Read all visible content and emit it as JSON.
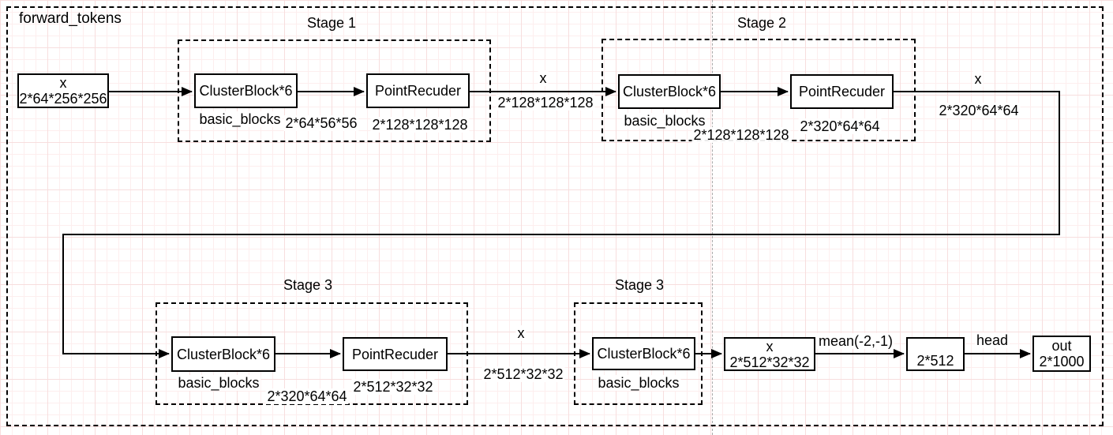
{
  "canvas": {
    "title": "forward_tokens"
  },
  "nodes": {
    "input": {
      "line1": "x",
      "line2": "2*64*256*256"
    },
    "s1_cluster": {
      "label": "ClusterBlock*6"
    },
    "s1_reducer": {
      "label": "PointRecuder"
    },
    "s2_cluster": {
      "label": "ClusterBlock*6"
    },
    "s2_reducer": {
      "label": "PointRecuder"
    },
    "s3a_cluster": {
      "label": "ClusterBlock*6"
    },
    "s3a_reducer": {
      "label": "PointRecuder"
    },
    "s3b_cluster": {
      "label": "ClusterBlock*6"
    },
    "xbox": {
      "line1": "x",
      "line2": "2*512*32*32"
    },
    "pool": {
      "label": "2*512"
    },
    "out": {
      "line1": "out",
      "line2": "2*1000"
    }
  },
  "stages": {
    "stage1": {
      "title": "Stage 1",
      "sub": "basic_blocks",
      "cluster_dim": "2*64*56*56",
      "reducer_dim": "2*128*128*128"
    },
    "stage2": {
      "title": "Stage 2",
      "sub": "basic_blocks",
      "cluster_dim": "2*128*128*128",
      "reducer_dim": "2*320*64*64"
    },
    "stage3a": {
      "title": "Stage 3",
      "sub": "basic_blocks",
      "cluster_dim": "2*320*64*64",
      "reducer_dim": "2*512*32*32"
    },
    "stage3b": {
      "title": "Stage 3",
      "sub": "basic_blocks"
    }
  },
  "edges": {
    "e1": {
      "label": "x",
      "dim": "2*128*128*128"
    },
    "e2": {
      "label": "x",
      "dim": "2*320*64*64"
    },
    "e3": {
      "label": "x",
      "dim": "2*512*32*32"
    },
    "mean": {
      "label": "mean(-2,-1)"
    },
    "head": {
      "label": "head"
    }
  },
  "colors": {
    "stroke": "#000000",
    "node_fill": "#ffffff",
    "grid_minor": "#fdeeee",
    "grid_major": "#f7dede",
    "page_break": "#ababab"
  }
}
